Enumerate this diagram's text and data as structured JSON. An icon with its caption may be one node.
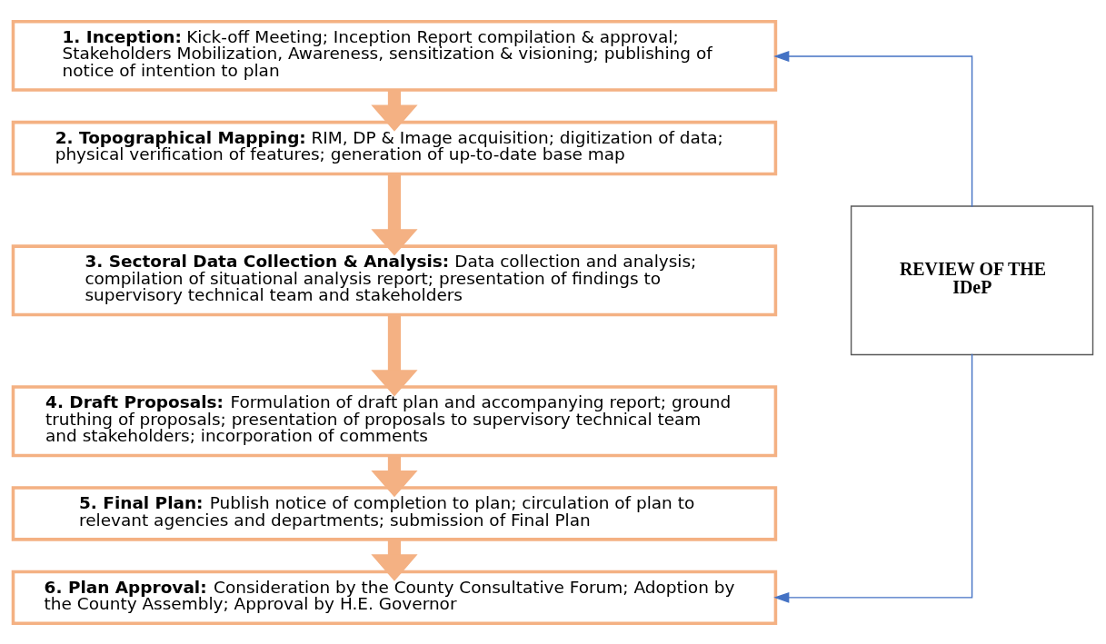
{
  "diagram": {
    "nodes": [
      {
        "text": [
          "**1. Inception:** Kick-off Meeting; Inception Report compilation & approval; Stakeholders Mobilization, Awareness, sensitization & visioning; publishing of notice of intention to plan"
        ]
      },
      {
        "text": [
          "**2. Topographical Mapping:** RIM, DP & Image acquisition; digitization of data; physical verification of features; generation of up-to-date base map"
        ]
      },
      {
        "text": [
          "**3. Sectoral Data Collection & Analysis:** Data collection and analysis; compilation of situational analysis report; presentation of findings to supervisory technical team and stakeholders"
        ]
      },
      {
        "text": [
          "**4. Draft Proposals:** Formulation of draft plan and accompanying report; ground truthing of proposals; presentation of proposals to supervisory technical team and stakeholders; incorporation of comments"
        ]
      },
      {
        "text": [
          "**5. Final Plan:** Publish notice of completion to plan; circulation of plan to relevant agencies and departments; submission of Final Plan"
        ]
      },
      {
        "text": [
          "**6. Plan Approval:** Consideration by the County Consultative Forum; Adoption by the County Assembly; Approval by H.E. Governor"
        ]
      },
      {
        "text": [
          "REVIEW OF THE IDeP"
        ]
      }
    ],
    "edges": [
      {
        "from": 0,
        "to": 1,
        "arrow": "to"
      },
      {
        "from": 1,
        "to": 2,
        "arrow": "to"
      },
      {
        "from": 2,
        "to": 3,
        "arrow": "to"
      },
      {
        "from": 3,
        "to": 4,
        "arrow": "to"
      },
      {
        "from": 4,
        "to": 5,
        "arrow": "to"
      },
      {
        "from": 6,
        "to": 0,
        "arrow": "to",
        "color": "#4472c4"
      },
      {
        "from": 6,
        "to": 5,
        "arrow": "to",
        "color": "#4472c4"
      }
    ]
  }
}
